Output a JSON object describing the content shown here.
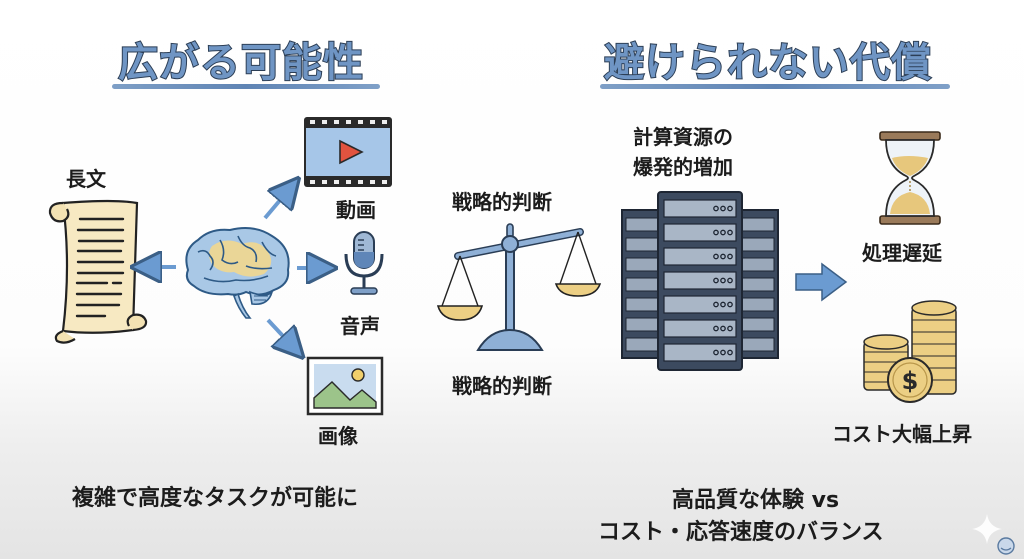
{
  "left_section": {
    "title": "広がる可能性",
    "items": {
      "long_text": "長文",
      "video": "動画",
      "audio": "音声",
      "image": "画像"
    },
    "caption": "複雑で高度なタスクが可能に"
  },
  "center": {
    "label_top": "戦略的判断",
    "label_bottom": "戦略的判断"
  },
  "right_section": {
    "title": "避けられない代償",
    "compute_label_line1": "計算資源の",
    "compute_label_line2": "爆発的増加",
    "latency": "処理遅延",
    "cost": "コスト大幅上昇",
    "caption_line1": "高品質な体験 vs",
    "caption_line2": "コスト・応答速度のバランス"
  },
  "colors": {
    "accent_blue": "#6f95c4",
    "arrow_blue": "#6b9bd1",
    "gold": "#e8c979",
    "server_dark": "#3c4a5f"
  },
  "icons": {
    "scroll": "scroll-icon",
    "brain": "brain-icon",
    "video": "video-player-icon",
    "microphone": "microphone-icon",
    "image": "image-icon",
    "scale": "balance-scale-icon",
    "server": "server-rack-icon",
    "hourglass": "hourglass-icon",
    "coins": "coin-stack-icon",
    "sparkle": "sparkle-icon"
  }
}
